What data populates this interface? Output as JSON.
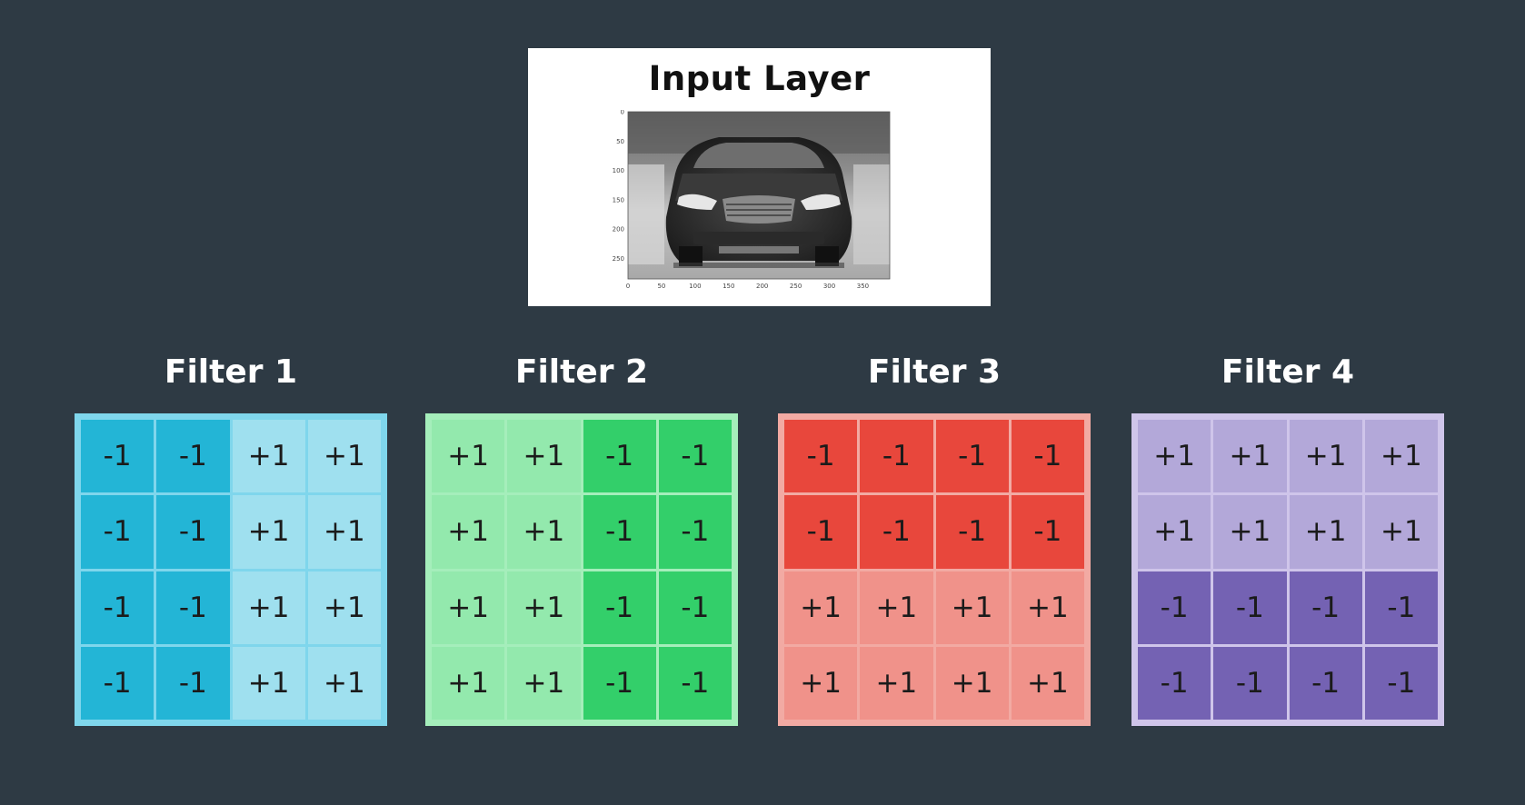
{
  "input": {
    "title": "Input Layer",
    "plot_y_ticks": [
      "0",
      "50",
      "100",
      "150",
      "200",
      "250"
    ],
    "plot_x_ticks": [
      "0",
      "50",
      "100",
      "150",
      "200",
      "250",
      "300",
      "350"
    ]
  },
  "filters": [
    {
      "title": "Filter 1",
      "border": "#7fd6ec",
      "frame": "#4fc3e0",
      "neg_color": "#23b5d6",
      "pos_color": "#9fe0ef",
      "cells": [
        [
          "-1",
          "-1",
          "+1",
          "+1"
        ],
        [
          "-1",
          "-1",
          "+1",
          "+1"
        ],
        [
          "-1",
          "-1",
          "+1",
          "+1"
        ],
        [
          "-1",
          "-1",
          "+1",
          "+1"
        ]
      ]
    },
    {
      "title": "Filter 2",
      "border": "#a5eebb",
      "frame": "#4bd07a",
      "neg_color": "#33cf6a",
      "pos_color": "#93e9ad",
      "cells": [
        [
          "+1",
          "+1",
          "-1",
          "-1"
        ],
        [
          "+1",
          "+1",
          "-1",
          "-1"
        ],
        [
          "+1",
          "+1",
          "-1",
          "-1"
        ],
        [
          "+1",
          "+1",
          "-1",
          "-1"
        ]
      ]
    },
    {
      "title": "Filter 3",
      "border": "#f2aaa3",
      "frame": "#e8584c",
      "neg_color": "#e8473c",
      "pos_color": "#f0928a",
      "cells": [
        [
          "-1",
          "-1",
          "-1",
          "-1"
        ],
        [
          "-1",
          "-1",
          "-1",
          "-1"
        ],
        [
          "+1",
          "+1",
          "+1",
          "+1"
        ],
        [
          "+1",
          "+1",
          "+1",
          "+1"
        ]
      ]
    },
    {
      "title": "Filter 4",
      "border": "#cfc5ea",
      "frame": "#8f7cc7",
      "neg_color": "#7462b3",
      "pos_color": "#b3a8d9",
      "cells": [
        [
          "+1",
          "+1",
          "+1",
          "+1"
        ],
        [
          "+1",
          "+1",
          "+1",
          "+1"
        ],
        [
          "-1",
          "-1",
          "-1",
          "-1"
        ],
        [
          "-1",
          "-1",
          "-1",
          "-1"
        ]
      ]
    }
  ]
}
